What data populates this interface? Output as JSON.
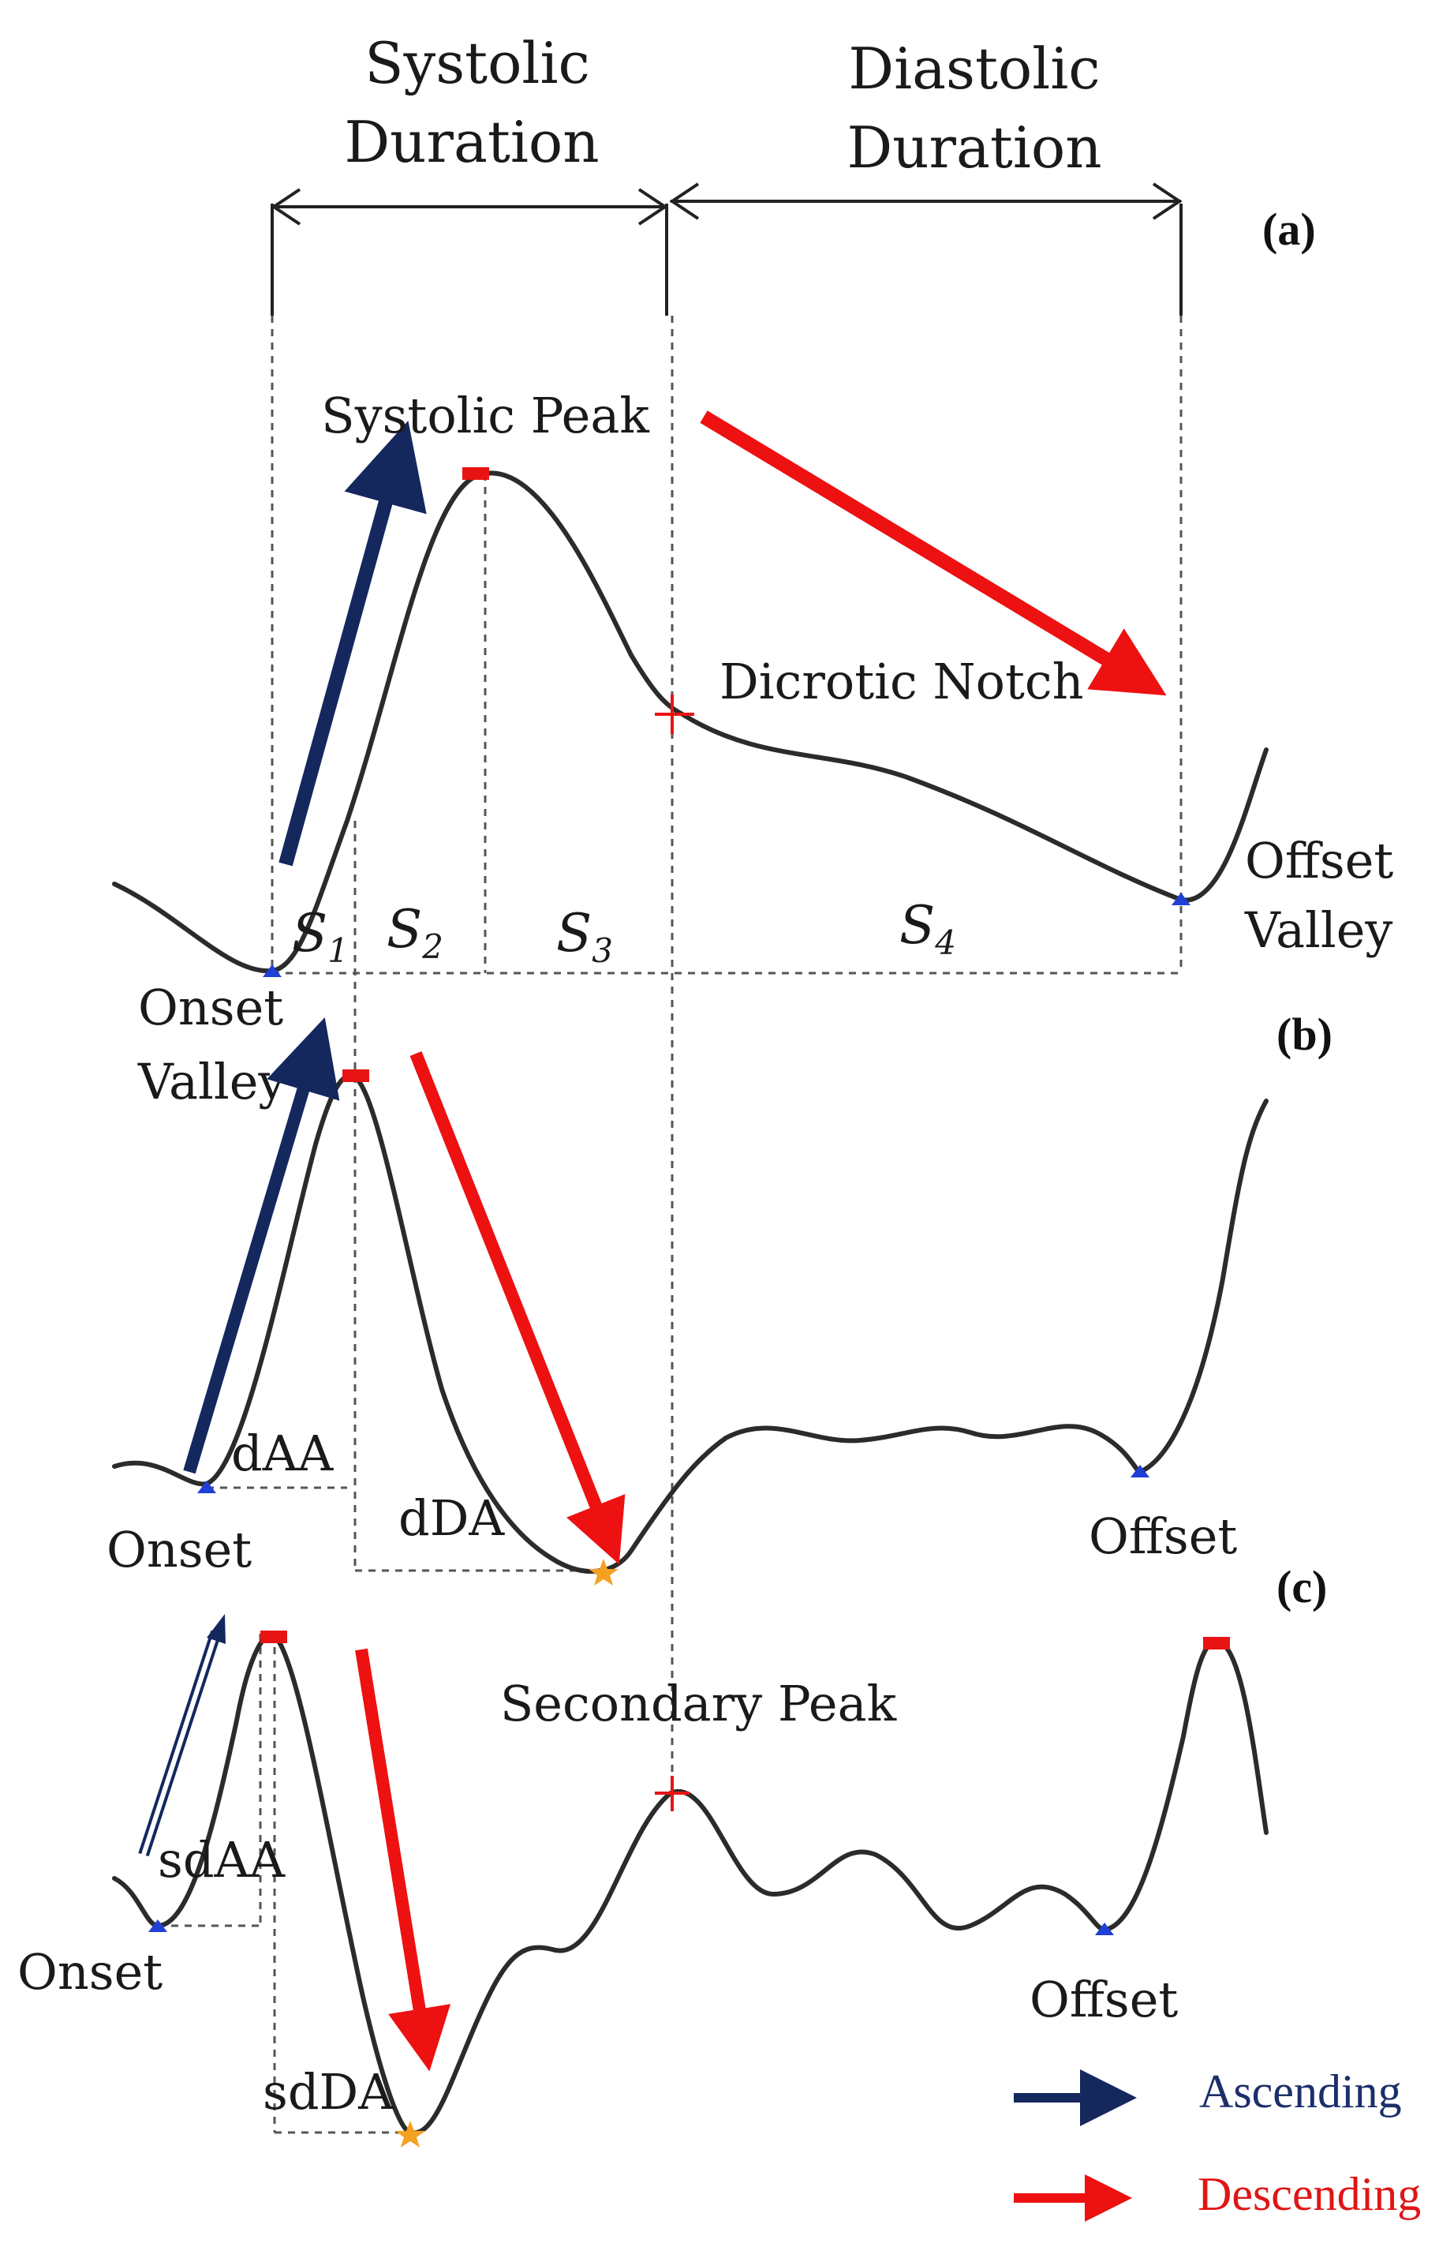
{
  "header": {
    "systolic_line1": "Systolic",
    "systolic_line2": "Duration",
    "diastolic_line1": "Diastolic",
    "diastolic_line2": "Duration"
  },
  "panels": {
    "a": "(a)",
    "b": "(b)",
    "c": "(c)"
  },
  "panel_a": {
    "systolic_peak": "Systolic Peak",
    "dicrotic_notch": "Dicrotic Notch",
    "offset_valley_line1": "Offset",
    "offset_valley_line2": "Valley",
    "onset_valley_line1": "Onset",
    "onset_valley_line2": "Valley",
    "segments": [
      {
        "letter": "S",
        "sub": "1"
      },
      {
        "letter": "S",
        "sub": "2"
      },
      {
        "letter": "S",
        "sub": "3"
      },
      {
        "letter": "S",
        "sub": "4"
      }
    ]
  },
  "panel_b": {
    "daa": "dAA",
    "dda": "dDA",
    "onset": "Onset",
    "offset": "Offset"
  },
  "panel_c": {
    "secondary_peak": "Secondary Peak",
    "sdaa": "sdAA",
    "sdda": "sdDA",
    "onset": "Onset",
    "offset": "Offset"
  },
  "legend": {
    "ascending": "Ascending",
    "descending": "Descending"
  },
  "colors": {
    "ascending": "#14285e",
    "descending": "#ee1111",
    "valley_marker": "#1f3fd6",
    "peak_marker": "#e81414",
    "secondary_min_marker": "#f4a020",
    "curve": "#2b2b2b"
  }
}
